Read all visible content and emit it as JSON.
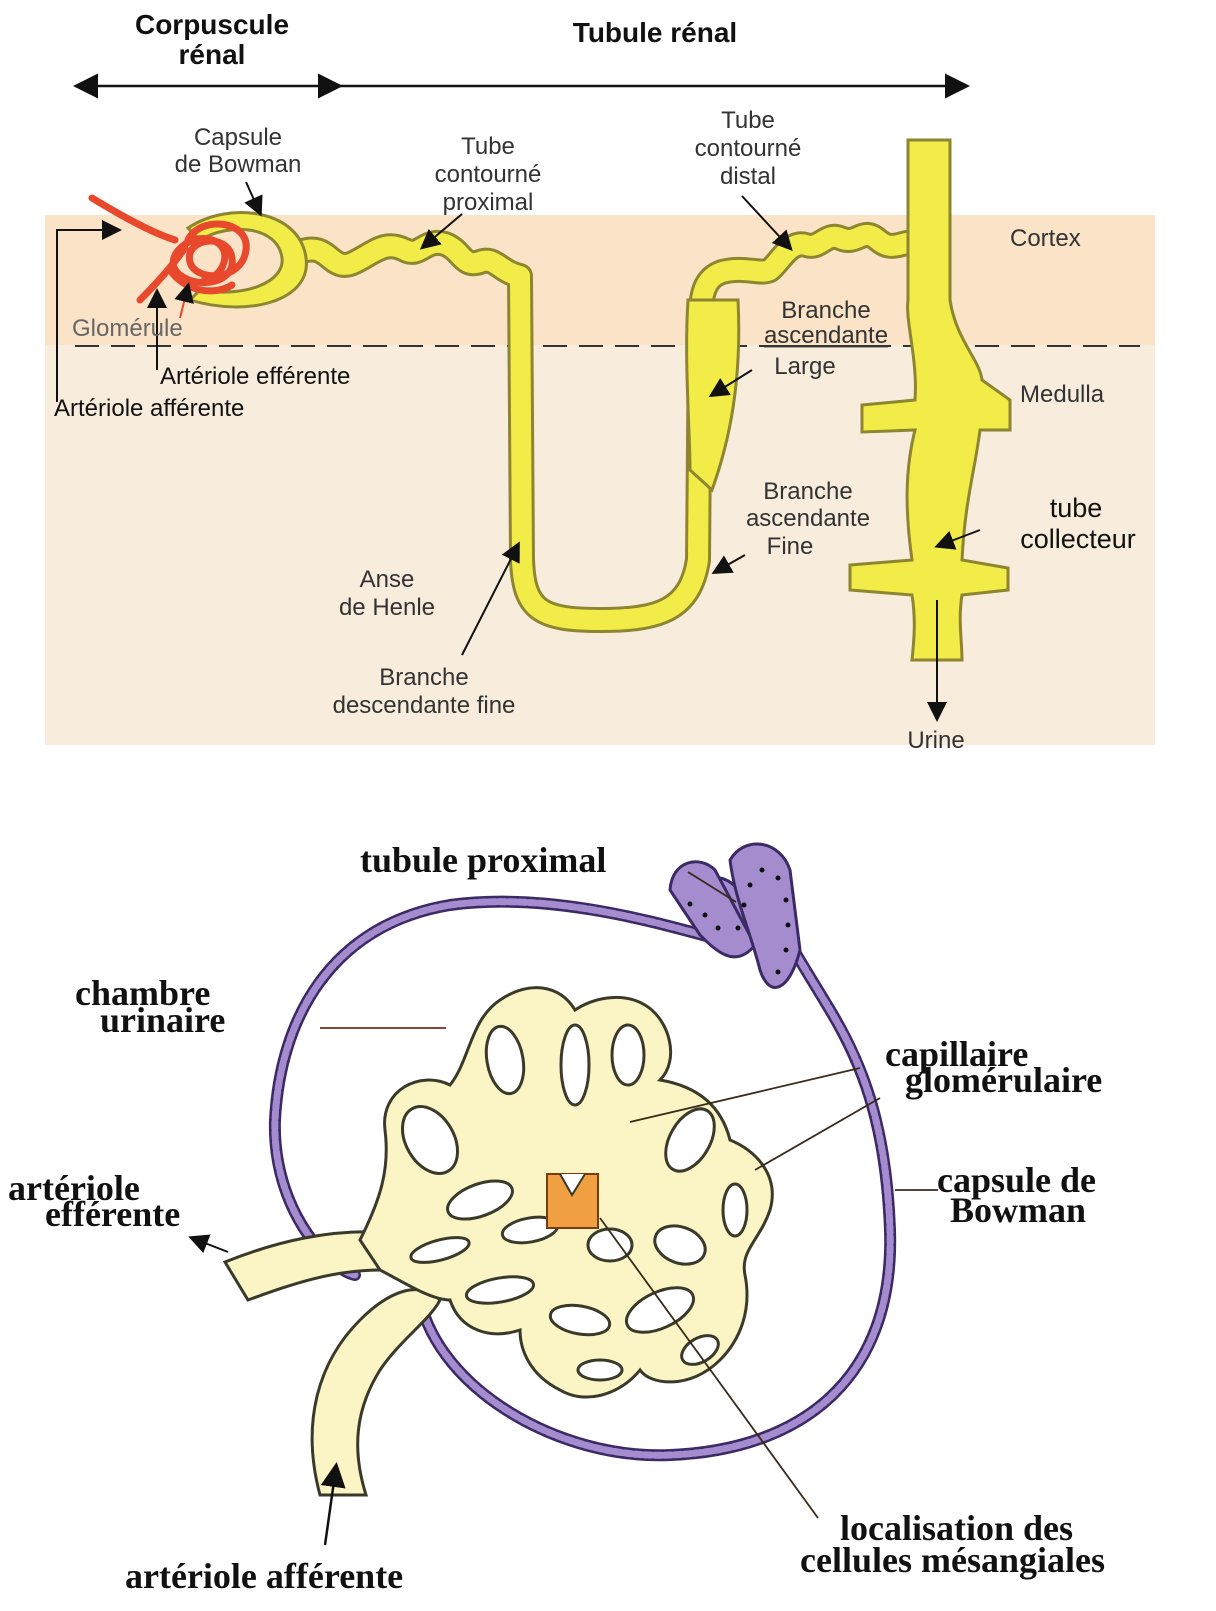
{
  "colors": {
    "cortex_bg": "#fbe3c8",
    "medulla_bg": "#f7ead9",
    "tubule": "#f2ec49",
    "tubule_edge": "#9f9628",
    "glomerulus": "#e8482c",
    "capillary_fill": "#fbf4c4",
    "capillary_edge": "#3a3a2a",
    "epithelium": "#a58ccf",
    "epithelium_edge": "#3b2a66",
    "mesangial": "#f0a040"
  },
  "top": {
    "header_left": [
      "Corpuscule",
      "rénal"
    ],
    "header_right": "Tubule rénal",
    "capsule": [
      "Capsule",
      "de Bowman"
    ],
    "tube_proximal": [
      "Tube",
      "contourné",
      "proximal"
    ],
    "tube_distal": [
      "Tube",
      "contourné",
      "distal"
    ],
    "cortex": "Cortex",
    "medulla": "Medulla",
    "glomerule": "Glomérule",
    "arteriole_efferente": "Artériole efférente",
    "arteriole_afferente": "Artériole afférente",
    "branche_large": [
      "Branche",
      "ascendante",
      "Large"
    ],
    "branche_fine": [
      "Branche",
      "ascendante",
      "Fine"
    ],
    "anse": [
      "Anse",
      "de Henle"
    ],
    "descendante": [
      "Branche",
      "descendante fine"
    ],
    "tube_collecteur": [
      "tube",
      "collecteur"
    ],
    "urine": "Urine"
  },
  "bottom": {
    "tubule_proximal": "tubule proximal",
    "chambre": [
      "chambre",
      "urinaire"
    ],
    "capillaire": [
      "capillaire",
      "glomérulaire"
    ],
    "capsule": [
      "capsule de",
      "Bowman"
    ],
    "efferente": [
      "artériole",
      "efférente"
    ],
    "afferente": "artériole afférente",
    "mesangiales": [
      "localisation des",
      "cellules mésangiales"
    ]
  }
}
